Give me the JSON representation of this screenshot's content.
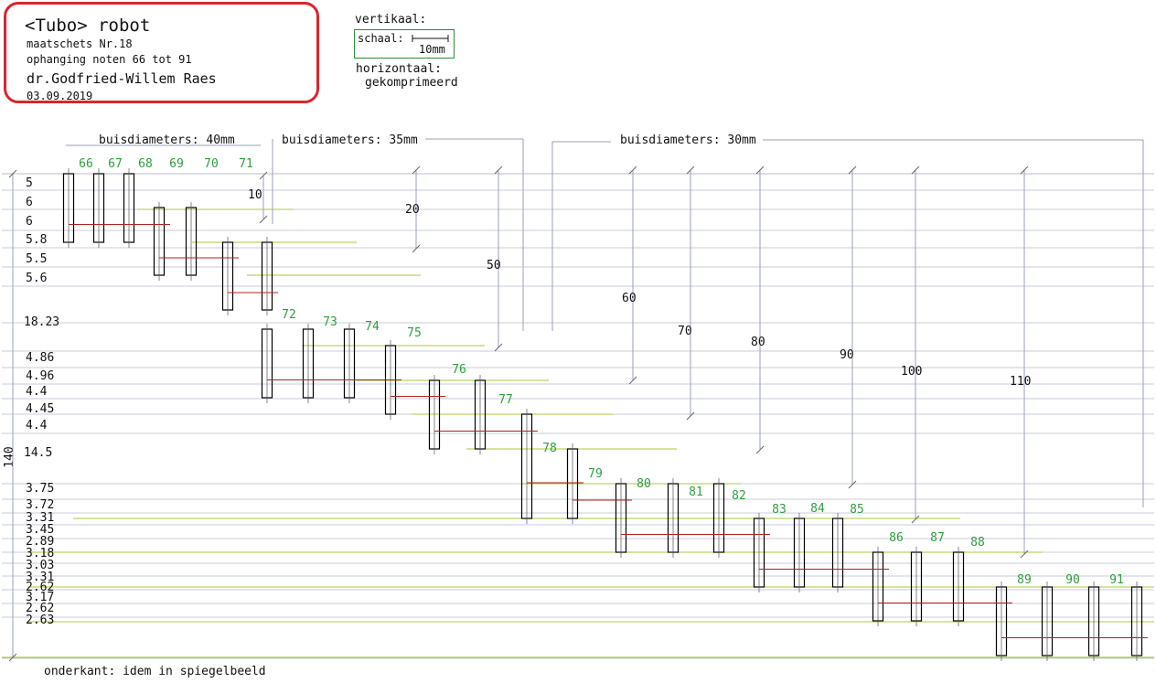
{
  "header": {
    "title": "<Tubo> robot",
    "subtitle": "maatschets Nr.18",
    "range": "ophanging noten 66 tot 91",
    "author": "dr.Godfried-Willem Raes",
    "date": "03.09.2019"
  },
  "legend": {
    "vertical_label": "vertikaal:",
    "scale_label": "schaal:",
    "scale_value": "10mm",
    "horizontal_label": "horizontaal:",
    "horizontal_value": "gekomprimeerd"
  },
  "groups": [
    {
      "label": "buisdiameters: 40mm"
    },
    {
      "label": "buisdiameters: 35mm"
    },
    {
      "label": "buisdiameters: 30mm"
    }
  ],
  "notes": [
    "66",
    "67",
    "68",
    "69",
    "70",
    "71",
    "72",
    "73",
    "74",
    "75",
    "76",
    "77",
    "78",
    "79",
    "80",
    "81",
    "82",
    "83",
    "84",
    "85",
    "86",
    "87",
    "88",
    "89",
    "90",
    "91"
  ],
  "left_dims": [
    "5",
    "6",
    "6",
    "5.8",
    "5.5",
    "5.6",
    "18.23",
    "4.86",
    "4.96",
    "4.4",
    "4.45",
    "4.4",
    "14.5",
    "3.75",
    "3.72",
    "3.31",
    "3.45",
    "2.89",
    "3.18",
    "3.03",
    "3.31",
    "2.62",
    "3.17",
    "2.62",
    "2.63"
  ],
  "total": "140",
  "spans": [
    "10",
    "20",
    "50",
    "60",
    "70",
    "80",
    "90",
    "100",
    "110"
  ],
  "footer": "onderkant: idem in spiegelbeeld",
  "colors": {
    "frame": "#d8262c",
    "note": "#2e9e3e",
    "center": "#b22222",
    "guide_green": "#a8c83a",
    "guide_grey": "#9aa0b8"
  }
}
